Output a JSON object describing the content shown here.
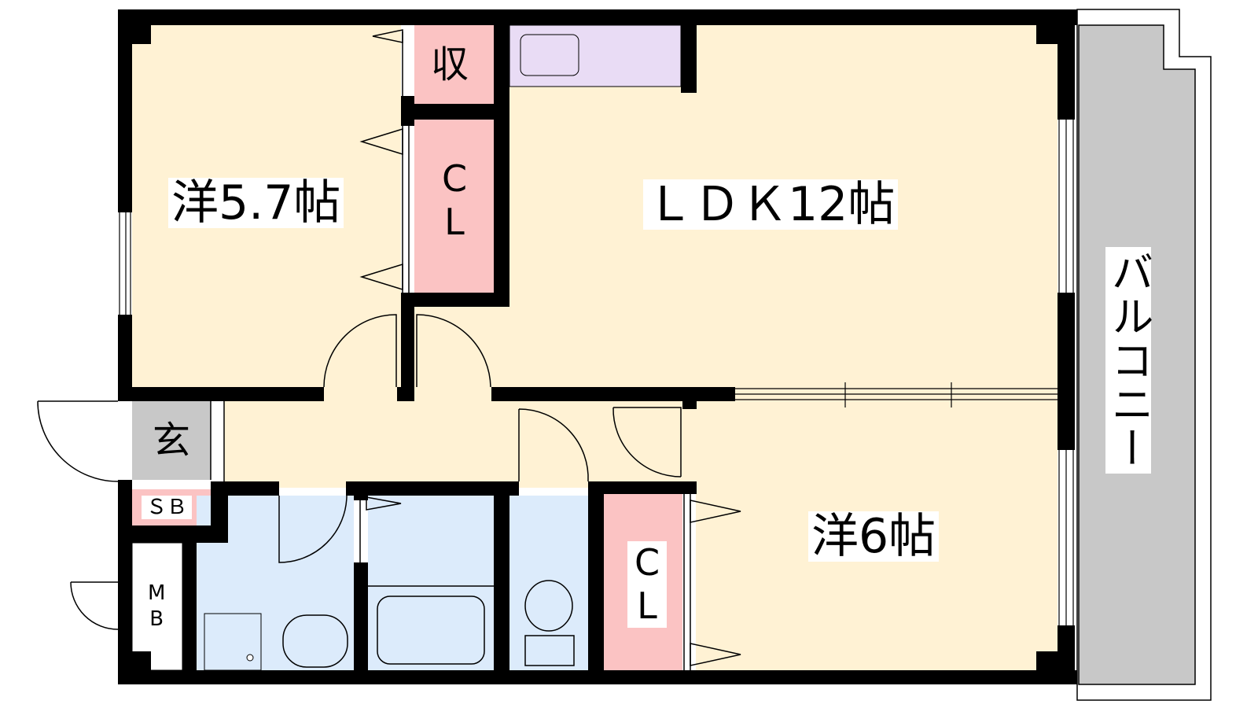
{
  "rooms": {
    "western_room_1": "洋5.7帖",
    "ldk": "ＬＤＫ12帖",
    "western_room_2": "洋6帖",
    "balcony": "バルコニー",
    "storage": "収",
    "closet_top": [
      "C",
      "L"
    ],
    "closet_bottom": [
      "C",
      "L"
    ],
    "entrance": "玄",
    "shoe_box": "ＳＢ",
    "meter_box": [
      "M",
      "B"
    ]
  },
  "colors": {
    "room_floor": "#fff2d4",
    "wet_area": "#dcebfb",
    "closet": "#fbc3c3",
    "kitchen": "#e9dcf5",
    "balcony": "#c8c8c8",
    "entrance": "#c8c8c8",
    "wall": "#000000"
  }
}
